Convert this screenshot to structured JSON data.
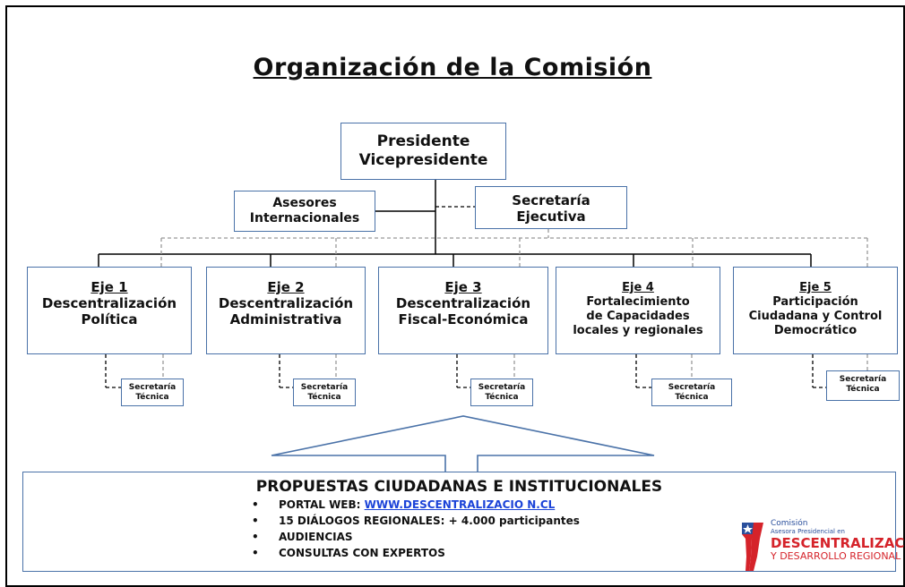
{
  "title": "Organización de la Comisión",
  "president": {
    "line1": "Presidente",
    "line2": "Vicepresidente"
  },
  "advisors": {
    "line1": "Asesores",
    "line2": "Internacionales"
  },
  "executive_secretariat": {
    "line1": "Secretaría",
    "line2": "Ejecutiva"
  },
  "axes": [
    {
      "label": "Eje 1",
      "name_lines": [
        "Descentralización",
        "Política"
      ]
    },
    {
      "label": "Eje 2",
      "name_lines": [
        "Descentralización",
        "Administrativa"
      ]
    },
    {
      "label": "Eje 3",
      "name_lines": [
        "Descentralización",
        "Fiscal-Económica"
      ]
    },
    {
      "label": "Eje 4",
      "name_lines": [
        "Fortalecimiento",
        "de Capacidades",
        "locales  y regionales"
      ]
    },
    {
      "label": "Eje 5",
      "name_lines": [
        "Participación",
        "Ciudadana  y Control",
        "Democrático"
      ]
    }
  ],
  "technical_secretariat": {
    "line1": "Secretaría",
    "line2": "Técnica"
  },
  "proposals": {
    "title": "PROPUESTAS CIUDADANAS E INSTITUCIONALES",
    "items": [
      {
        "text": "PORTAL  WEB:  ",
        "link": "WWW.DESCENTRALIZACIO N.CL"
      },
      {
        "text": "15 DIÁLOGOS  REGIONALES:  + 4.000 participantes"
      },
      {
        "text": "AUDIENCIAS"
      },
      {
        "text": "CONSULTAS  CON  EXPERTOS"
      }
    ]
  },
  "logo": {
    "line1": "Comisión",
    "line2": "Asesora Presidencial en",
    "line3": "DESCENTRALIZACIÓN",
    "line4": "Y DESARROLLO REGIONAL"
  },
  "colors": {
    "box_border": "#4a72a8",
    "link": "#1b43d8",
    "logo_red": "#d5232a",
    "logo_blue": "#2a4f9c"
  }
}
